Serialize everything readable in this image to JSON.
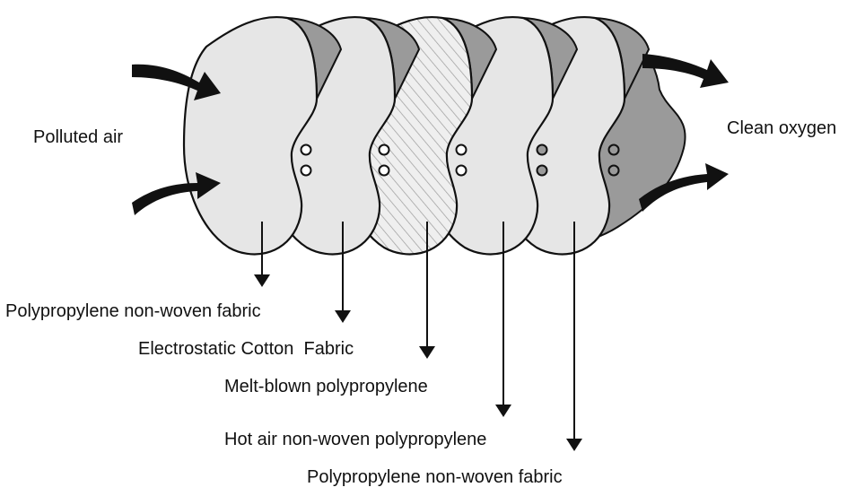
{
  "diagram": {
    "inlet_label": "Polluted air",
    "outlet_label": "Clean oxygen",
    "layers": [
      {
        "name": "Polypropylene non-woven fabric",
        "fill": "plain"
      },
      {
        "name": "Electrostatic Cotton  Fabric",
        "fill": "plain"
      },
      {
        "name": "Melt-blown polypropylene",
        "fill": "hatched"
      },
      {
        "name": "Hot air non-woven polypropylene",
        "fill": "plain"
      },
      {
        "name": "Polypropylene non-woven fabric",
        "fill": "plain"
      }
    ],
    "colors": {
      "layer_fill": "#e6e6e6",
      "layer_shadow": "#9a9a9a",
      "outline": "#111111",
      "arrow": "#111111"
    }
  }
}
